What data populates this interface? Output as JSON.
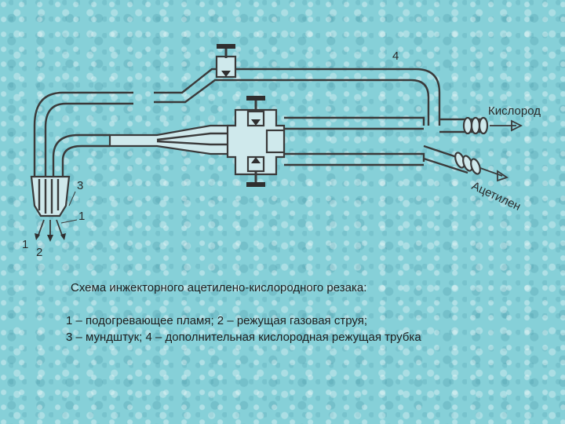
{
  "labels": {
    "oxygen": "Кислород",
    "acetylene": "Ацетилен",
    "n1_main": "1",
    "n1_side": "1",
    "n2": "2",
    "n3": "3",
    "n4": "4"
  },
  "caption": {
    "title": "Схема инжекторного ацетилено-кислородного резака:",
    "line1": "1 – подогревающее пламя; 2 – режущая газовая струя;",
    "line2": "3 – мундштук; 4 – дополнительная кислородная режущая трубка"
  },
  "colors": {
    "background": "#86d0d8",
    "line": "#3a3a3a",
    "tube_fill": "#cfe9ec"
  }
}
